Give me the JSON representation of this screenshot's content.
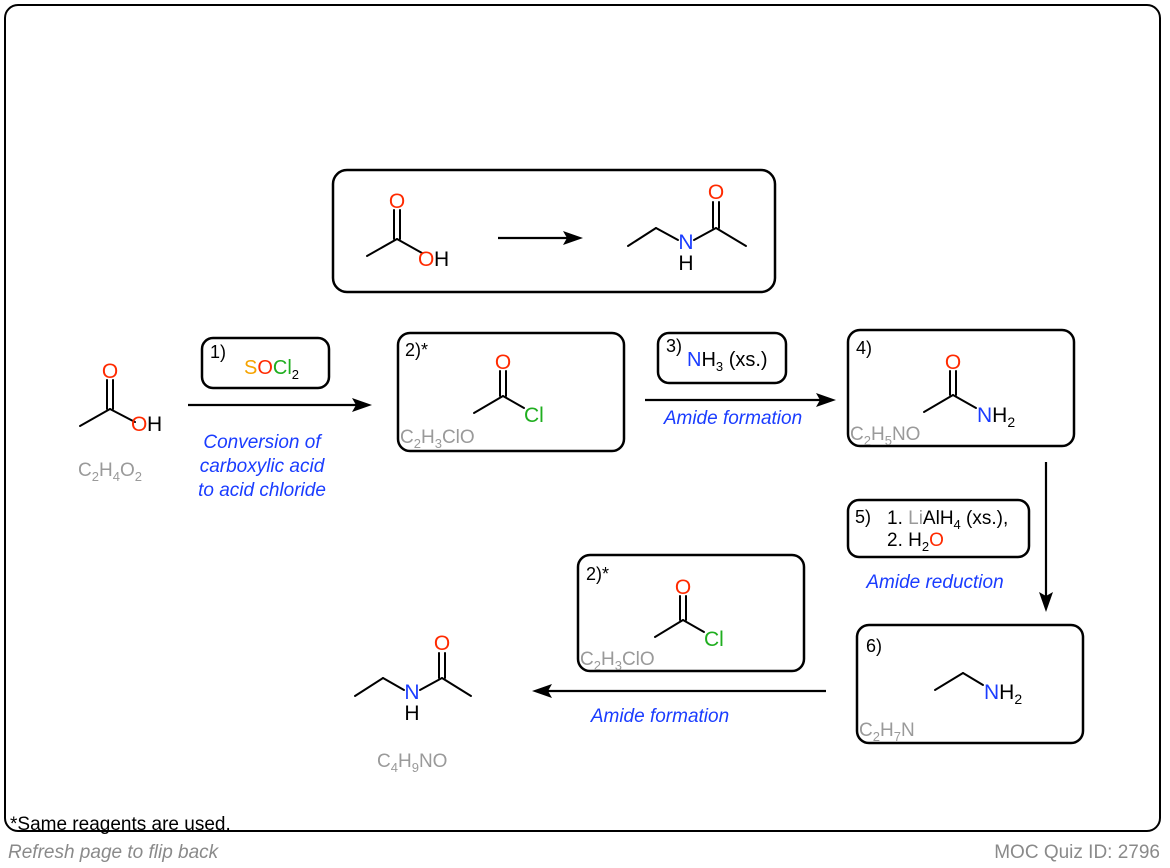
{
  "colors": {
    "oxygen": "#ff2a00",
    "nitrogen": "#1a3cff",
    "chlorine": "#1fae1f",
    "sulfur": "#f5a300",
    "formula": "#9a9a9a",
    "caption": "#1a3cff",
    "lithium": "#9a9a9a"
  },
  "steps": {
    "s1": {
      "number": "1)",
      "reagent": {
        "s": "S",
        "o": "O",
        "cl": "Cl",
        "sub": "2"
      },
      "caption": [
        "Conversion of",
        "carboxylic acid",
        "to acid chloride"
      ]
    },
    "s2": {
      "number": "2)*",
      "formula": [
        "C",
        "2",
        "H",
        "3",
        "ClO"
      ]
    },
    "s3": {
      "number": "3)",
      "reagent": {
        "n": "N",
        "h": "H",
        "sub": "3",
        "rest": " (xs.)"
      },
      "caption": "Amide formation"
    },
    "s4": {
      "number": "4)",
      "formula": [
        "C",
        "2",
        "H",
        "5",
        "NO"
      ]
    },
    "s5": {
      "number": "5)",
      "line1": {
        "pre": "1. ",
        "li": "Li",
        "al": "AlH",
        "sub": "4",
        "rest": " (xs.),"
      },
      "line2": {
        "pre": "2. H",
        "sub": "2",
        "o": "O"
      },
      "caption": "Amide reduction"
    },
    "s6": {
      "number": "6)",
      "formula": [
        "C",
        "2",
        "H",
        "7",
        "N"
      ]
    },
    "s7": {
      "caption": "Amide formation"
    }
  },
  "start_formula": [
    "C",
    "2",
    "H",
    "4",
    "O",
    "2"
  ],
  "product_formula": [
    "C",
    "4",
    "H",
    "9",
    "NO"
  ],
  "atoms": {
    "O": "O",
    "OH_O": "O",
    "OH_H": "H",
    "N": "N",
    "H": "H",
    "Cl": "Cl",
    "NH2_N": "N",
    "NH2_H": "H",
    "NH2_sub": "2"
  },
  "footnote": "*Same reagents are used.",
  "footer": {
    "left": "Refresh page to flip back",
    "right": "MOC Quiz ID: 2796"
  }
}
